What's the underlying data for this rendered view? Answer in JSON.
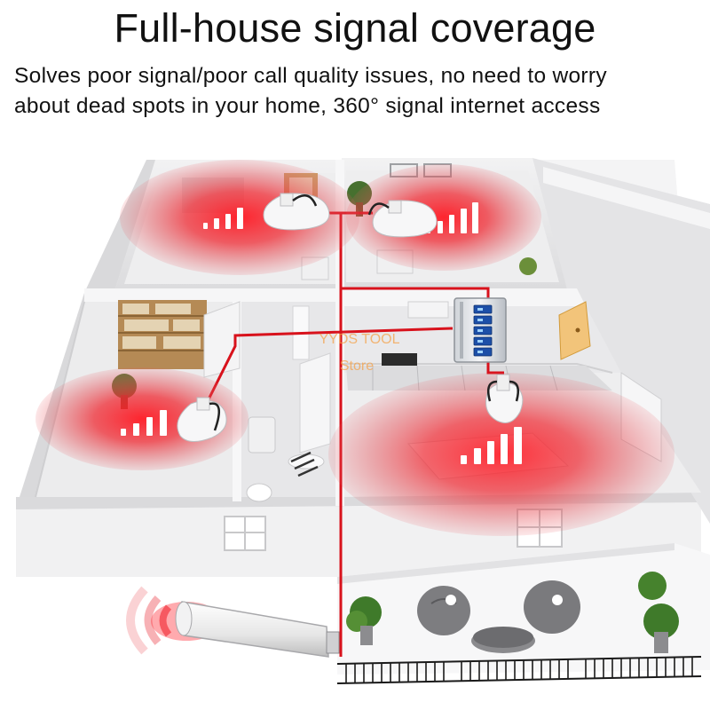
{
  "headline": "Full-house signal coverage",
  "subline_1": "Solves poor signal/poor call quality issues, no need to worry",
  "subline_2": "about dead spots in your home, 360° signal internet access",
  "watermark": {
    "line1": "YYDS TOOL",
    "line2": "Store"
  },
  "colors": {
    "signal": "#e8202a",
    "cable": "#d8121c",
    "wall": "#e9e9ea",
    "floor": "#f3f3f3",
    "booster_screen": "#1d4fa8"
  },
  "icons": [
    "house-cutaway-illustration",
    "ceiling-antenna-icon",
    "signal-bars-icon",
    "signal-booster-icon",
    "outdoor-antenna-icon",
    "signal-wave-icon"
  ]
}
